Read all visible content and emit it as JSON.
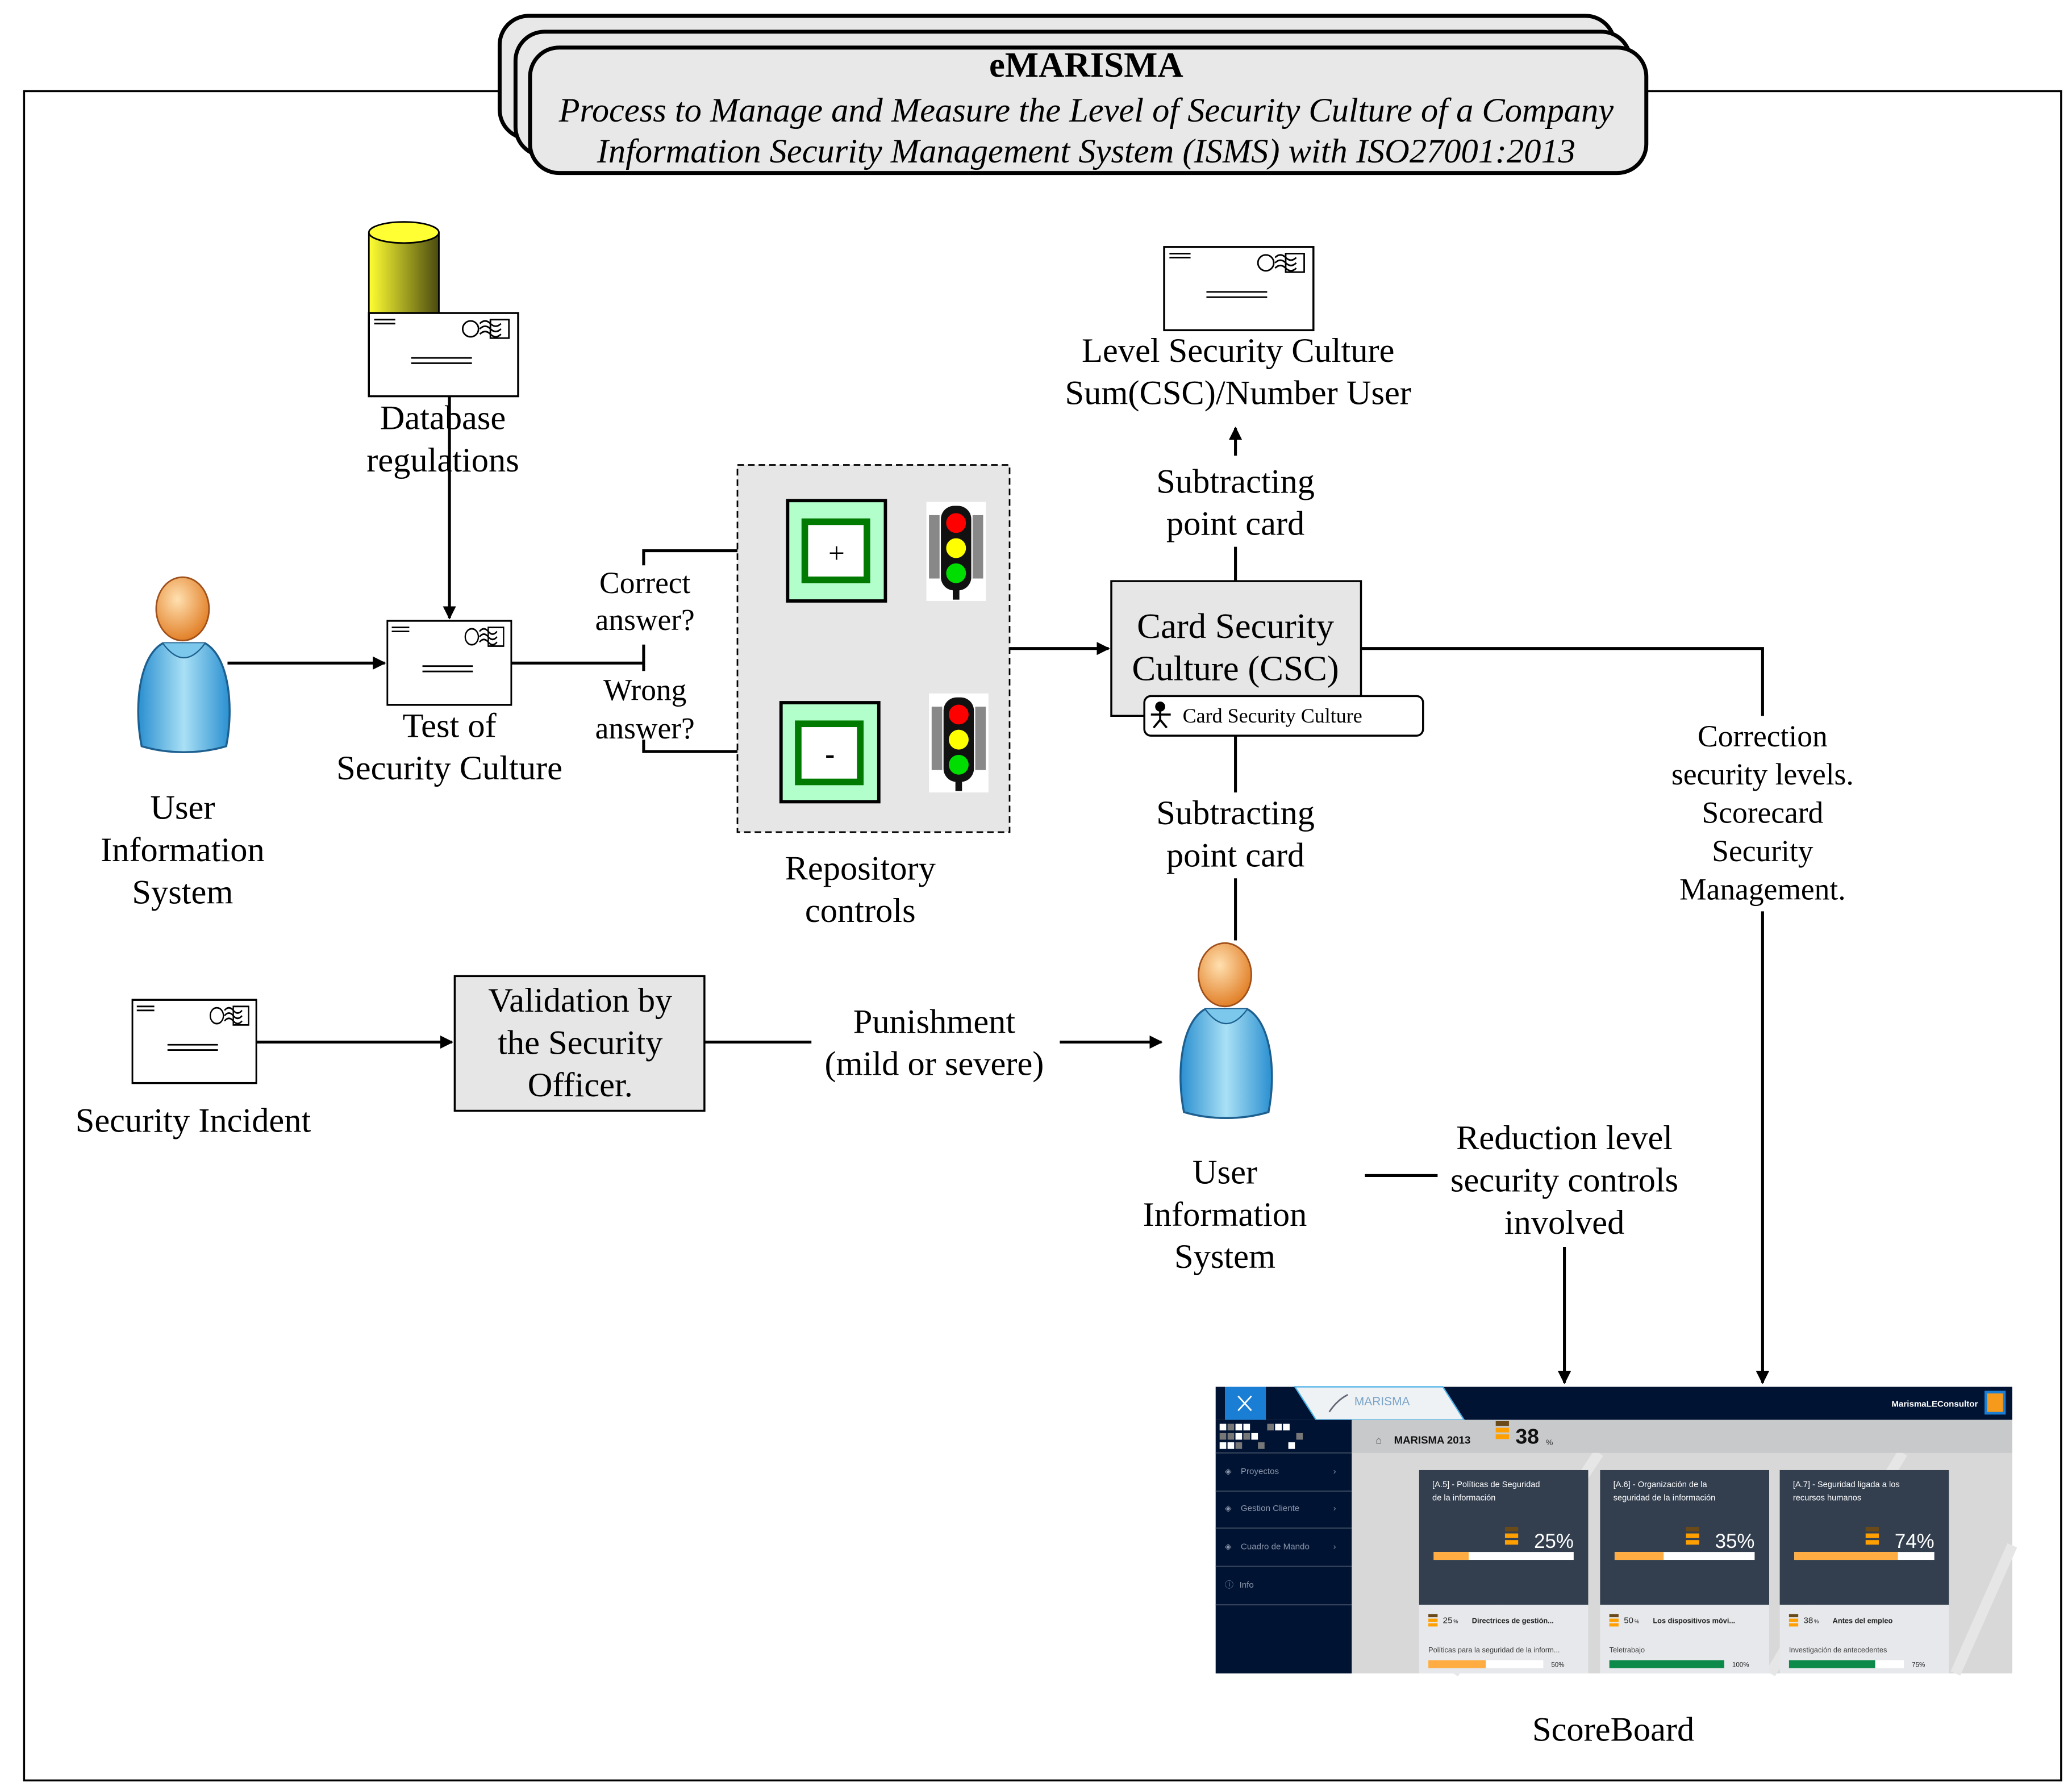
{
  "title": {
    "name": "eMARISMA",
    "line1": "Process to Manage and Measure the Level of Security Culture of a Company",
    "line2": "Information Security Management System (ISMS) with ISO27001:2013"
  },
  "nodes": {
    "database": {
      "line1": "Database",
      "line2": "regulations"
    },
    "user1": {
      "line1": "User",
      "line2": "Information",
      "line3": "System"
    },
    "test": {
      "line1": "Test of",
      "line2": "Security Culture"
    },
    "correct": {
      "line1": "Correct",
      "line2": "answer?",
      "symbol": "+"
    },
    "wrong": {
      "line1": "Wrong",
      "line2": "answer?",
      "symbol": "-"
    },
    "repository": {
      "line1": "Repository",
      "line2": "controls"
    },
    "csc": {
      "line1": "Card Security",
      "line2": "Culture (CSC)",
      "tag": "Card Security Culture"
    },
    "level": {
      "line1": "Level Security Culture",
      "line2": "Sum(CSC)/Number User"
    },
    "subtract_top": {
      "line1": "Subtracting",
      "line2": "point card"
    },
    "subtract_bottom": {
      "line1": "Subtracting",
      "line2": "point card"
    },
    "correction": {
      "line1": "Correction",
      "line2": "security levels.",
      "line3": "Scorecard",
      "line4": "Security",
      "line5": "Management."
    },
    "incident": {
      "label": "Security Incident"
    },
    "validation": {
      "line1": "Validation by",
      "line2": "the Security",
      "line3": "Officer."
    },
    "punishment": {
      "line1": "Punishment",
      "line2": "(mild or severe)"
    },
    "user2": {
      "line1": "User",
      "line2": "Information",
      "line3": "System"
    },
    "reduction": {
      "line1": "Reduction level",
      "line2": "security controls",
      "line3": "involved"
    },
    "scoreboard": {
      "label": "ScoreBoard"
    }
  },
  "dashboard": {
    "logo": "MARISMA",
    "user": "MarismaLEConsultor",
    "project": "MARISMA 2013",
    "overall": "38",
    "overall_unit": "%",
    "overall_fraction": 0.38,
    "sidebar": [
      {
        "label": "Proyectos"
      },
      {
        "label": "Gestion Cliente"
      },
      {
        "label": "Cuadro de Mando"
      },
      {
        "label": "Info"
      }
    ],
    "cards": [
      {
        "title1": "[A.5] - Políticas de Seguridad",
        "title2": "de la información",
        "percent": "25%",
        "value": 25,
        "sub_percent": "25",
        "sub_title": "Directrices de gestión...",
        "item": "Políticas para la seguridad de la inform...",
        "item_percent": "50%",
        "item_value": 50,
        "item_color": "#ffad42"
      },
      {
        "title1": "[A.6] - Organización de la",
        "title2": "seguridad de la información",
        "percent": "35%",
        "value": 35,
        "sub_percent": "50",
        "sub_title": "Los dispositivos móvi...",
        "item": "Teletrabajo",
        "item_percent": "100%",
        "item_value": 100,
        "item_color": "#0b8a4a"
      },
      {
        "title1": "[A.7] - Seguridad ligada a los",
        "title2": "recursos humanos",
        "percent": "74%",
        "value": 74,
        "sub_percent": "38",
        "sub_title": "Antes del empleo",
        "item": "Investigación de antecedentes",
        "item_percent": "75%",
        "item_value": 75,
        "item_color": "#0b8a4a"
      }
    ],
    "sub_unit": "%"
  },
  "colors": {
    "box_fill": "#e6e6e6",
    "control_fill": "#b3ffcc",
    "control_border": "#007a00",
    "navy": "#011333",
    "accent_blue": "#1a7fd4",
    "orange": "#ffad42",
    "green": "#0b8a4a"
  }
}
